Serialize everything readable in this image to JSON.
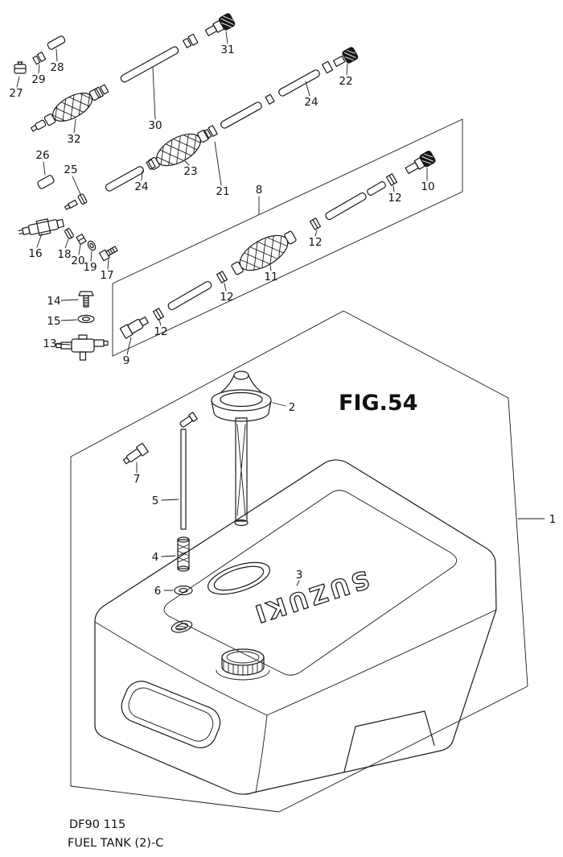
{
  "figure": {
    "title": "FIG.54"
  },
  "footer": {
    "model_code": "DF90 115",
    "caption": "FUEL TANK (2)-C"
  },
  "tank": {
    "brand": "SUZUKI"
  },
  "colors": {
    "line": "#1a1a1a",
    "background": "#ffffff",
    "knurl_fill": "#161616"
  },
  "callouts": [
    {
      "n": "27"
    },
    {
      "n": "29"
    },
    {
      "n": "28"
    },
    {
      "n": "31"
    },
    {
      "n": "30"
    },
    {
      "n": "32"
    },
    {
      "n": "26"
    },
    {
      "n": "25"
    },
    {
      "n": "24"
    },
    {
      "n": "23"
    },
    {
      "n": "21"
    },
    {
      "n": "24"
    },
    {
      "n": "22"
    },
    {
      "n": "8"
    },
    {
      "n": "12"
    },
    {
      "n": "9"
    },
    {
      "n": "12"
    },
    {
      "n": "11"
    },
    {
      "n": "12"
    },
    {
      "n": "12"
    },
    {
      "n": "10"
    },
    {
      "n": "16"
    },
    {
      "n": "18"
    },
    {
      "n": "20"
    },
    {
      "n": "19"
    },
    {
      "n": "17"
    },
    {
      "n": "14"
    },
    {
      "n": "15"
    },
    {
      "n": "13"
    },
    {
      "n": "2"
    },
    {
      "n": "7"
    },
    {
      "n": "5"
    },
    {
      "n": "4"
    },
    {
      "n": "6"
    },
    {
      "n": "3"
    },
    {
      "n": "1"
    }
  ]
}
